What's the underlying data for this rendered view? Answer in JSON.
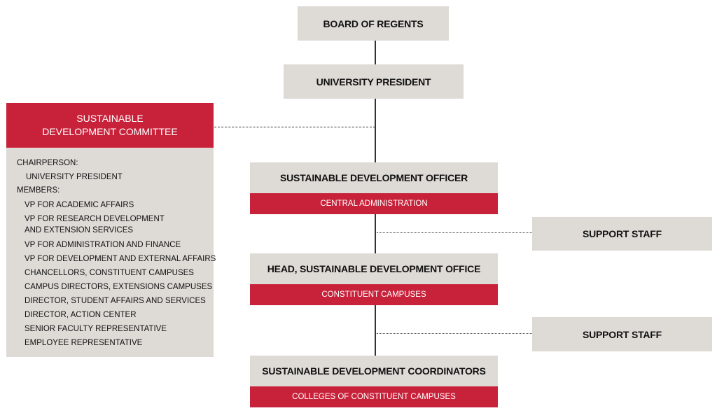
{
  "board": "BOARD OF REGENTS",
  "president": "UNIVERSITY PRESIDENT",
  "committee": {
    "title": "SUSTAINABLE DEVELOPMENT COMMITTEE",
    "chair_label": "CHAIRPERSON:",
    "chair": "UNIVERSITY PRESIDENT",
    "members_label": "MEMBERS:",
    "members": [
      "VP FOR ACADEMIC AFFAIRS",
      "VP FOR RESEARCH DEVELOPMENT",
      "AND EXTENSION SERVICES",
      "VP FOR ADMINISTRATION AND FINANCE",
      "VP FOR DEVELOPMENT AND EXTERNAL AFFAIRS",
      "CHANCELLORS, CONSTITUENT CAMPUSES",
      "CAMPUS DIRECTORS, EXTENSIONS CAMPUSES",
      "DIRECTOR, STUDENT AFFAIRS AND SERVICES",
      "DIRECTOR, ACTION CENTER",
      "SENIOR FACULTY REPRESENTATIVE",
      "EMPLOYEE REPRESENTATIVE"
    ]
  },
  "officer": {
    "title": "SUSTAINABLE DEVELOPMENT OFFICER",
    "sub": "CENTRAL ADMINISTRATION"
  },
  "head": {
    "title": "HEAD, SUSTAINABLE DEVELOPMENT OFFICE",
    "sub": "CONSTITUENT CAMPUSES"
  },
  "coordinators": {
    "title": "SUSTAINABLE DEVELOPMENT COORDINATORS",
    "sub": "COLLEGES OF CONSTITUENT CAMPUSES"
  },
  "support1": "SUPPORT STAFF",
  "support2": "SUPPORT STAFF",
  "colors": {
    "red": "#c8223a",
    "gray": "#dedbd6"
  }
}
